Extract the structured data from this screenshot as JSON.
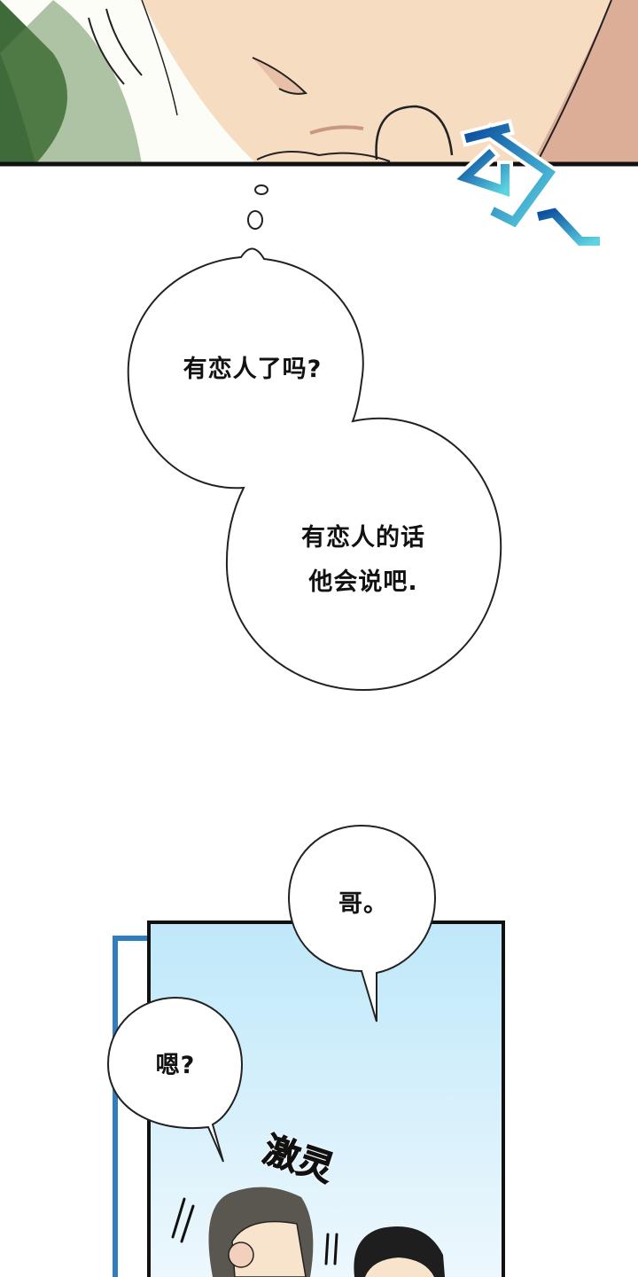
{
  "bubbles": {
    "thought_1": "有恋人了吗?",
    "thought_2_line1": "有恋人的话",
    "thought_2_line2": "他会说吧.",
    "speech_brother": "哥。",
    "speech_hm": "嗯?"
  },
  "sfx": {
    "shiver": "激灵"
  },
  "colors": {
    "skin": "#f6dcc0",
    "skin_shadow": "#dcae98",
    "sky_top": "#bfe8fa",
    "sky_bottom": "#eef8fd",
    "sfx_blue": "#1e6fb8",
    "sfx_cyan": "#5cd0e0",
    "frame_blue": "#2f7fc0"
  }
}
